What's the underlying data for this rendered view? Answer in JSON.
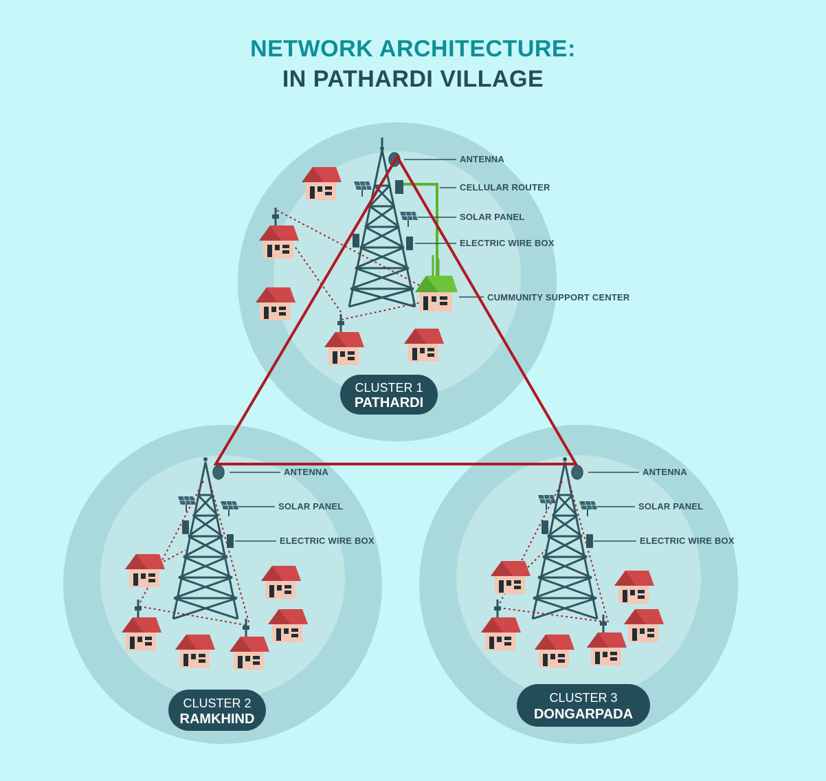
{
  "title": {
    "line1": "NETWORK ARCHITECTURE:",
    "line2": "IN PATHARDI VILLAGE"
  },
  "colors": {
    "background": "#c7f7f8",
    "outer_circle": "#a9d9dc",
    "inner_circle": "#c1e6e8",
    "link_line": "#b01a22",
    "power_line": "#5cb32e",
    "tower": "#2f5560",
    "roof": "#d0484a",
    "wall": "#f5c7b3",
    "badge": "#244d5a"
  },
  "clusters": [
    {
      "id": "cluster-1",
      "top": "CLUSTER 1",
      "name": "PATHARDI",
      "labels": [
        "ANTENNA",
        "CELLULAR ROUTER",
        "SOLAR PANEL",
        "ELECTRIC WIRE BOX",
        "CUMMUNITY SUPPORT CENTER"
      ]
    },
    {
      "id": "cluster-2",
      "top": "CLUSTER 2",
      "name": "RAMKHIND",
      "labels": [
        "ANTENNA",
        "SOLAR PANEL",
        "ELECTRIC WIRE BOX"
      ]
    },
    {
      "id": "cluster-3",
      "top": "CLUSTER 3",
      "name": "DONGARPADA",
      "labels": [
        "ANTENNA",
        "SOLAR PANEL",
        "ELECTRIC WIRE BOX"
      ]
    }
  ]
}
